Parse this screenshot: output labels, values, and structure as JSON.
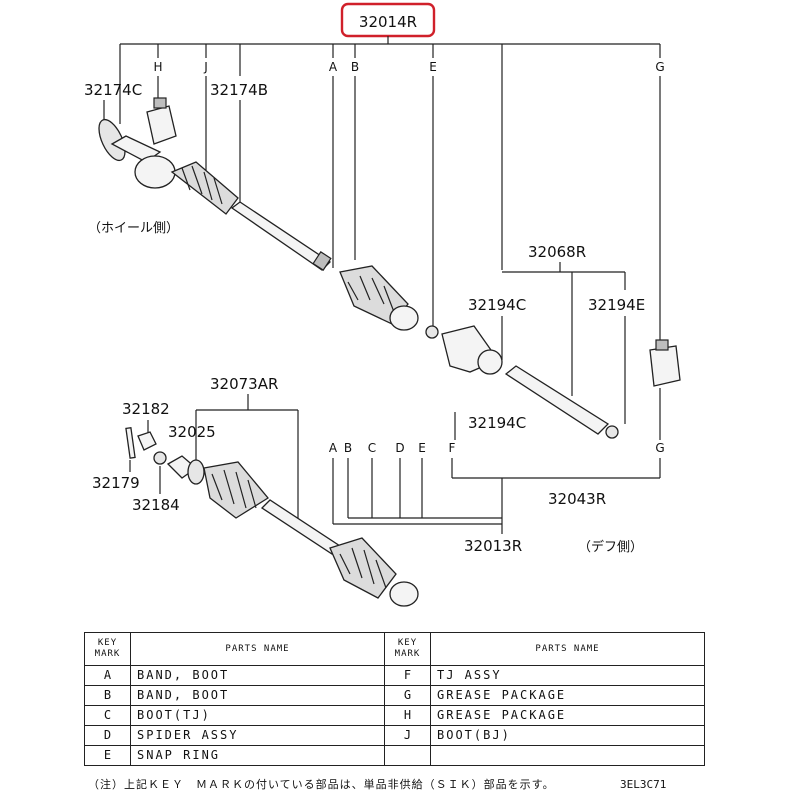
{
  "diagram": {
    "assembly_number": "32014R",
    "highlight_color": "#d0202a",
    "part_numbers": {
      "boot_band_bj": "32174C",
      "bj_boot": "32174B",
      "diff_side_assy": "32068R",
      "tj_boot_band_left": "32194C",
      "tj_boot_band_right": "32194E",
      "tj_boot_band_lower": "32194C",
      "shaft_assy": "32073AR",
      "nut": "32182",
      "cotter_pin": "32179",
      "washer_nut": "32025",
      "washer": "32184",
      "tj_sub_assy": "32043R",
      "inner_joint_assy": "32013R"
    },
    "key_marks_top": [
      "H",
      "J",
      "A",
      "B",
      "E",
      "G"
    ],
    "key_marks_bottom": [
      "A",
      "B",
      "C",
      "D",
      "E",
      "F",
      "G"
    ],
    "wheel_side_label": "（ホイール側）",
    "diff_side_label": "（デフ側）"
  },
  "table": {
    "header_key": "KEY\nMARK",
    "header_name": "PARTS NAME",
    "left_rows": [
      {
        "key": "A",
        "name": "BAND, BOOT"
      },
      {
        "key": "B",
        "name": "BAND, BOOT"
      },
      {
        "key": "C",
        "name": "BOOT(TJ)"
      },
      {
        "key": "D",
        "name": "SPIDER ASSY"
      },
      {
        "key": "E",
        "name": "SNAP RING"
      }
    ],
    "right_rows": [
      {
        "key": "F",
        "name": "TJ ASSY"
      },
      {
        "key": "G",
        "name": "GREASE PACKAGE"
      },
      {
        "key": "H",
        "name": "GREASE PACKAGE"
      },
      {
        "key": "J",
        "name": "BOOT(BJ)"
      },
      {
        "key": "",
        "name": ""
      }
    ]
  },
  "footer": {
    "note": "（注）上記ＫＥＹ　ＭＡＲＫの付いている部品は、単品非供給（ＳＩＫ）部品を示す。",
    "figure_code": "3EL3C71"
  }
}
